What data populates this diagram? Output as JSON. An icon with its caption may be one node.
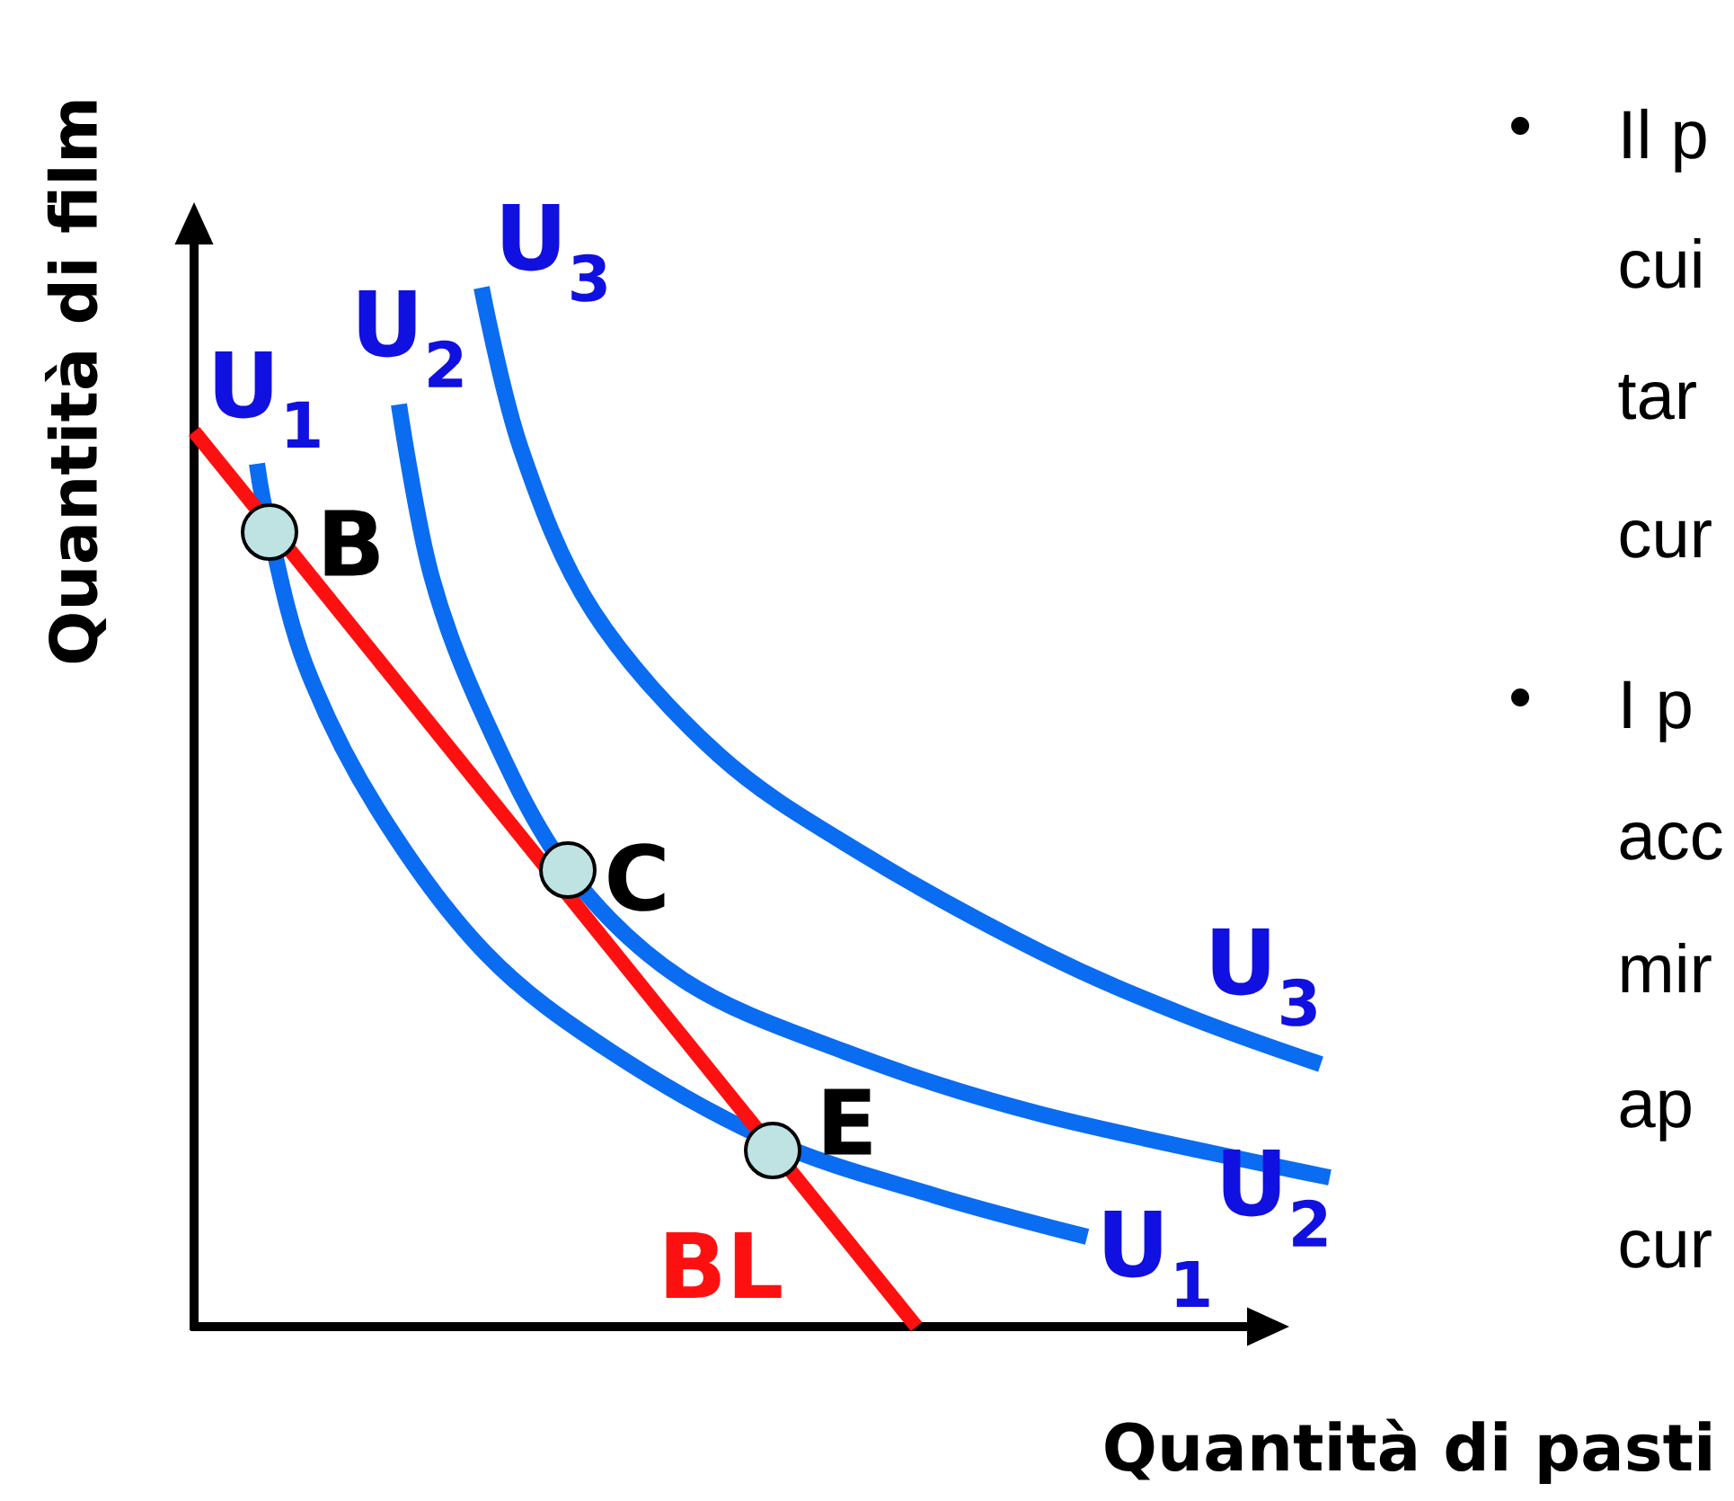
{
  "diagram": {
    "nodes": [
      {
        "text": [],
        "shape": "circle",
        "beside": [
          "B"
        ]
      },
      {
        "text": [],
        "shape": "circle",
        "beside": [
          "C"
        ]
      },
      {
        "text": [],
        "shape": "circle",
        "beside": [
          "E"
        ]
      }
    ],
    "labels": [
      "U$_{1}$",
      "U$_{2}$",
      "U$_{3}$",
      "U$_{3}$",
      "U$_{2}$",
      "U$_{1}$",
      "BL",
      "Quantità di film",
      "Quantità di pasti",
      "Il p",
      "cui",
      "tar",
      "cur",
      "I p",
      "acc",
      "mir",
      "ap",
      "cur"
    ]
  }
}
